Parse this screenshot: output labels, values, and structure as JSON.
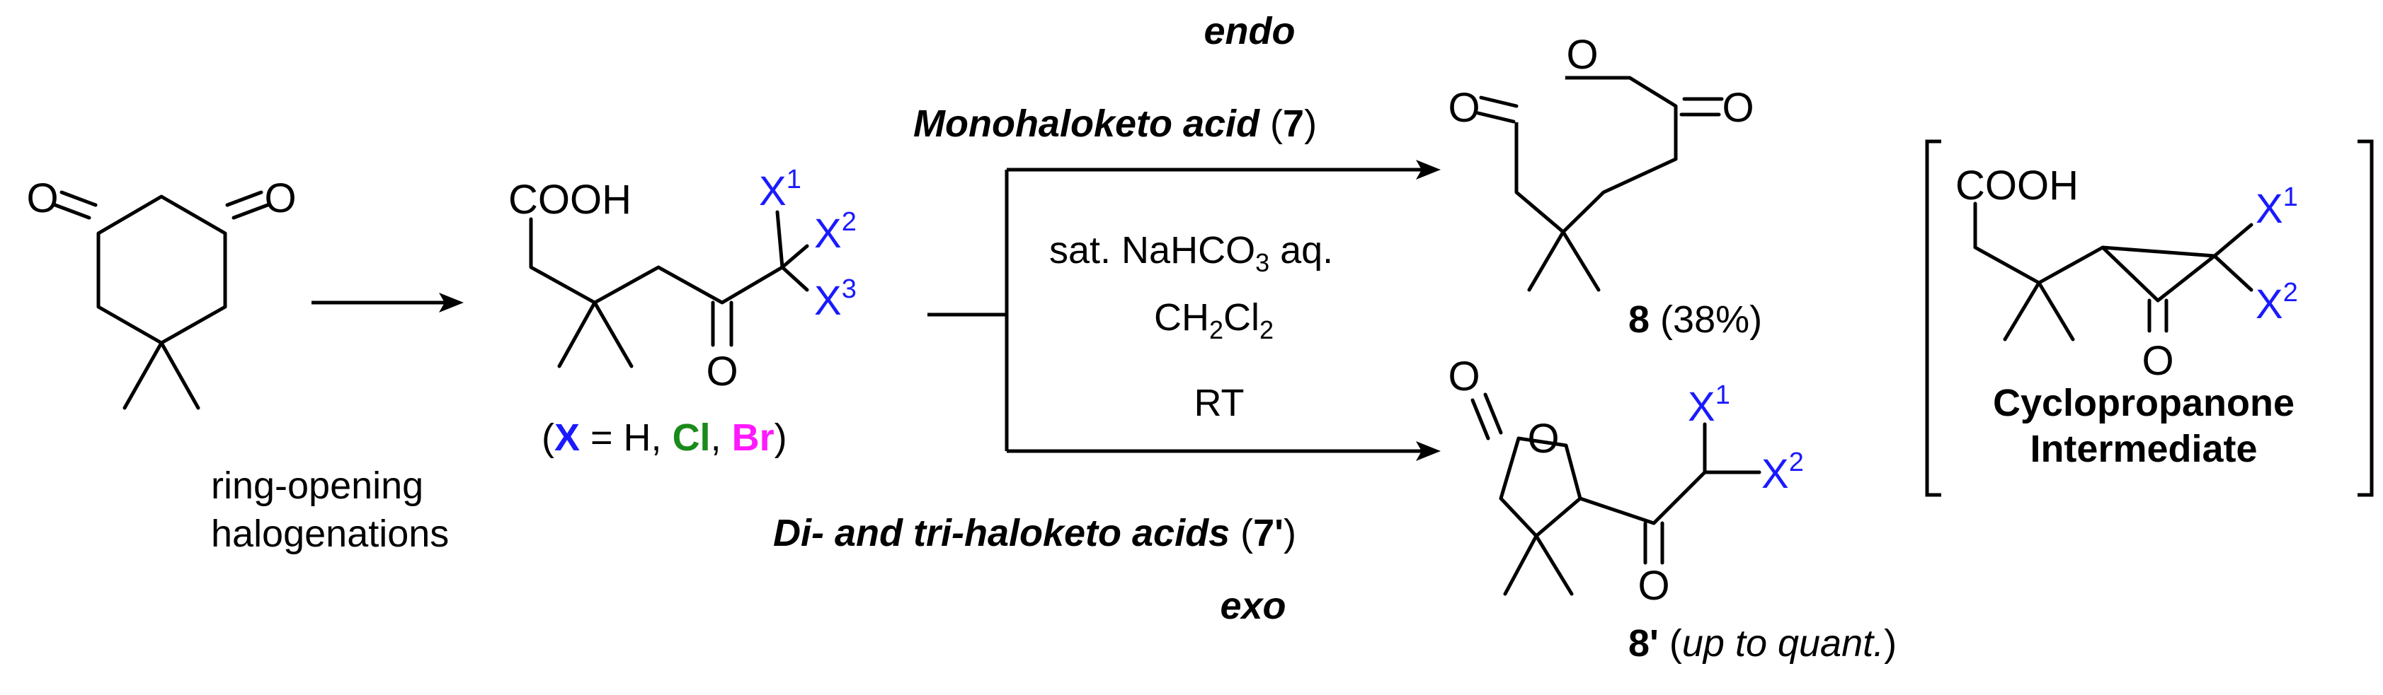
{
  "colors": {
    "halogen_X": "#1a1aff",
    "Cl": "#1a8a1a",
    "Br": "#ff19ff"
  },
  "atoms": {
    "O": "O",
    "COOH": "COOH",
    "X": "X",
    "sup1": "1",
    "sup2": "2",
    "sup3": "3"
  },
  "step1": {
    "label_line1": "ring-opening",
    "label_line2": "halogenations"
  },
  "substituent": {
    "open": "(",
    "X": "X",
    "eq": " = H, ",
    "Cl": "Cl",
    "comma": ", ",
    "Br": "Br",
    "close": ")"
  },
  "upper_path": {
    "mode": "endo",
    "name": "Monohaloketo acid",
    "open": " (",
    "num": "7",
    "close": ")"
  },
  "lower_path": {
    "mode": "exo",
    "name": "Di- and tri-haloketo acids",
    "open": " (",
    "num": "7'",
    "close": ")"
  },
  "conditions": {
    "reagent_a": "sat. NaHCO",
    "sub_a": "3",
    "reagent_a_tail": " aq.",
    "solvent_a": "CH",
    "sub_s1": "2",
    "solvent_b": "Cl",
    "sub_s2": "2",
    "temperature": "RT"
  },
  "product_8": {
    "num": "8",
    "yield": " (38%)"
  },
  "product_8p": {
    "num": "8'",
    "open": " (",
    "yield": "up to quant.",
    "close": ")"
  },
  "intermediate": {
    "line1": "Cyclopropanone",
    "line2": "Intermediate"
  }
}
